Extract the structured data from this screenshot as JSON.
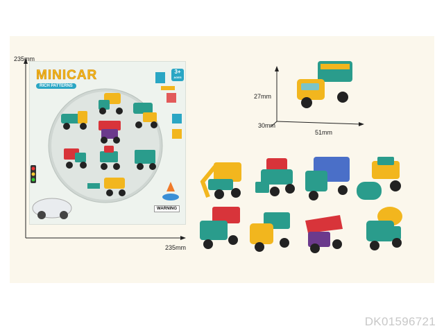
{
  "product_code": "DK01596721",
  "dimensions": {
    "box_height": "235mm",
    "box_width": "235mm",
    "truck_height": "27mm",
    "truck_depth": "30mm",
    "truck_length": "51mm"
  },
  "package": {
    "brand": "MINICAR",
    "tagline": "RICH PATTERNS",
    "age_badge": "3+",
    "age_unit": "AGES",
    "warning": "WARNING"
  },
  "colors": {
    "background": "#fbf7ec",
    "yellow": "#f2b61e",
    "teal": "#2a9c8c",
    "red": "#d8343a",
    "purple": "#6b3a8c",
    "blue_label": "#2aa6c4"
  },
  "vehicles": [
    {
      "type": "excavator",
      "cab": "teal",
      "body": "yellow"
    },
    {
      "type": "bulldozer",
      "cab": "red",
      "body": "teal"
    },
    {
      "type": "container-truck",
      "cab": "teal",
      "body": "blue"
    },
    {
      "type": "road-roller",
      "cab": "yellow",
      "body": "teal"
    },
    {
      "type": "dump-truck",
      "cab": "teal",
      "body": "red"
    },
    {
      "type": "tanker-truck",
      "cab": "yellow",
      "body": "teal"
    },
    {
      "type": "tipper-truck",
      "cab": "purple",
      "body": "red"
    },
    {
      "type": "cement-mixer",
      "cab": "teal",
      "body": "yellow"
    }
  ]
}
